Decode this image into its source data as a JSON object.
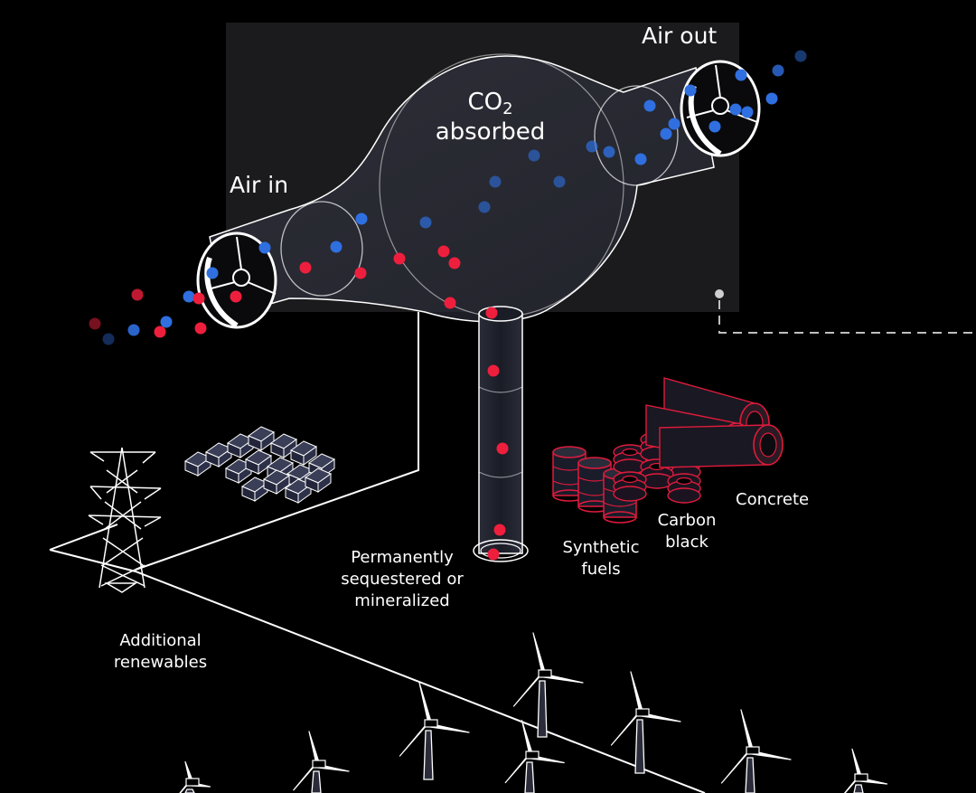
{
  "labels": {
    "air_in": "Air in",
    "air_out": "Air out",
    "co2_main": "CO",
    "co2_sub": "2",
    "co2_line2": "absorbed",
    "sequestered_1": "Permanently",
    "sequestered_2": "sequestered or",
    "sequestered_3": "mineralized",
    "synthetic_1": "Synthetic",
    "synthetic_2": "fuels",
    "carbon_1": "Carbon",
    "carbon_2": "black",
    "concrete": "Concrete",
    "renewables_1": "Additional",
    "renewables_2": "renewables"
  },
  "colors": {
    "background": "#000000",
    "panel": "#1b1b1d",
    "co2_red": "#ee1f3d",
    "air_blue": "#2f6fe0",
    "outline": "#ffffff",
    "product_red": "#e01b3c"
  },
  "icons": {
    "fan": "fan-icon",
    "pylon": "power-pylon-icon",
    "solar": "solar-panel-icon",
    "turbine": "wind-turbine-icon",
    "barrel": "fuel-barrel-icon",
    "tire": "tire-icon",
    "pipe": "concrete-pipe-icon"
  }
}
